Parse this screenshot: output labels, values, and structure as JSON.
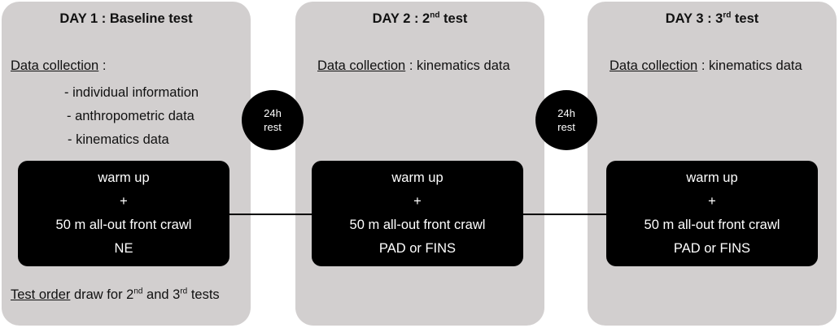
{
  "days": [
    {
      "title": "DAY 1 : Baseline test",
      "data_collection_label": "Data collection",
      "data_collection_sep": " :",
      "bullets": [
        "- individual information",
        "- anthropometric data",
        "- kinematics data"
      ],
      "box_lines": [
        "warm up",
        "+",
        "50 m all-out front crawl",
        "NE"
      ],
      "test_order_label": "Test order",
      "test_order_text_1": " draw for 2",
      "test_order_sup_1": "nd",
      "test_order_text_2": " and 3",
      "test_order_sup_2": "rd",
      "test_order_text_3": "  tests"
    },
    {
      "title_main": "DAY 2 : 2",
      "title_sup": "nd",
      "title_rest": " test",
      "data_collection_label": "Data collection",
      "data_collection_text": " : kinematics data",
      "box_lines": [
        "warm up",
        "+",
        "50 m all-out front crawl",
        "PAD or FINS"
      ]
    },
    {
      "title_main": "DAY 3 : 3",
      "title_sup": "rd",
      "title_rest": " test",
      "data_collection_label": "Data collection",
      "data_collection_text": " : kinematics data",
      "box_lines": [
        "warm up",
        "+",
        "50 m all-out front crawl",
        "PAD or FINS"
      ]
    }
  ],
  "rest": [
    {
      "line1": "24h",
      "line2": "rest"
    },
    {
      "line1": "24h",
      "line2": "rest"
    }
  ]
}
